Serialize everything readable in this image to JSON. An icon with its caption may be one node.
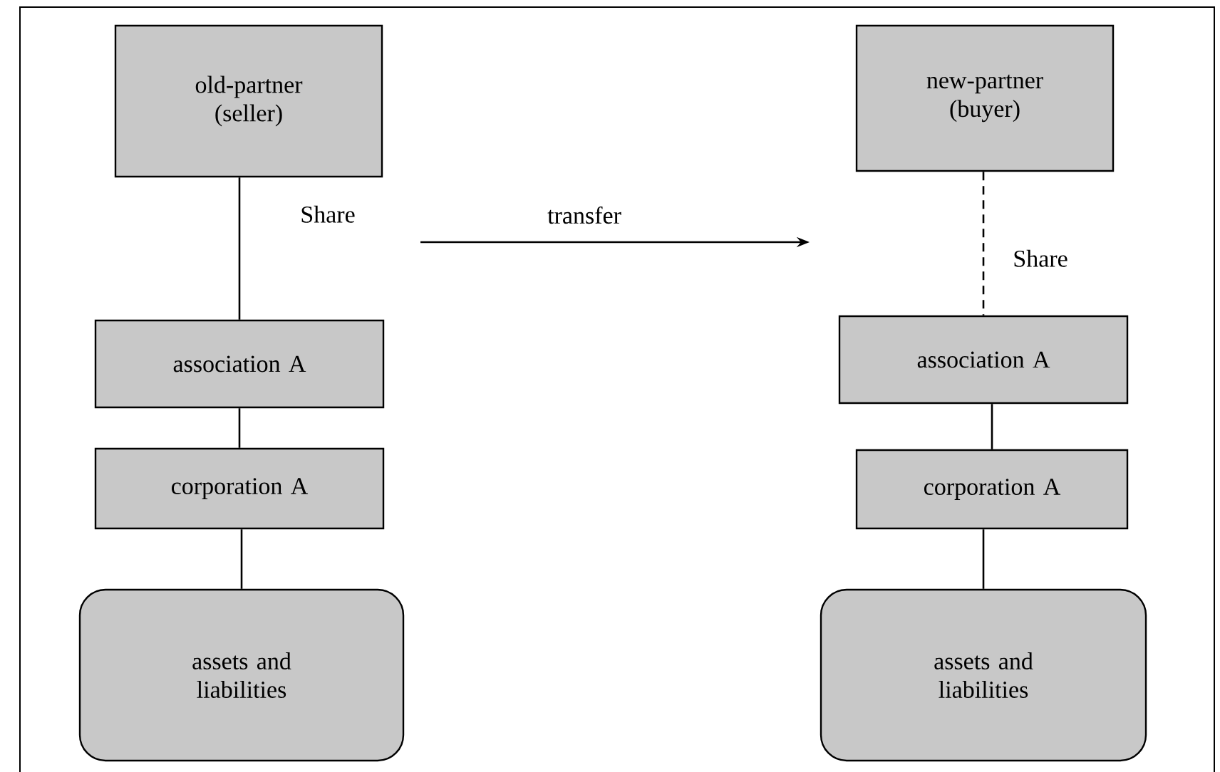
{
  "diagram": {
    "nodes": [
      {
        "text": [
          "old-partner (seller)"
        ]
      },
      {
        "text": [
          "association A"
        ]
      },
      {
        "text": [
          "corporation A"
        ]
      },
      {
        "text": [
          "assets and liabilities"
        ]
      },
      {
        "text": [
          "new-partner (buyer)"
        ]
      },
      {
        "text": [
          "association A"
        ]
      },
      {
        "text": [
          "corporation A"
        ]
      },
      {
        "text": [
          "assets and liabilities"
        ]
      }
    ],
    "edges": [
      {
        "from": 0,
        "to": 1,
        "arrow": "none",
        "label": "Share"
      },
      {
        "from": 1,
        "to": 2,
        "arrow": "none"
      },
      {
        "from": 2,
        "to": 3,
        "arrow": "none"
      },
      {
        "from": 4,
        "to": 5,
        "arrow": "none",
        "label": "Share",
        "style": "dashed"
      },
      {
        "from": 5,
        "to": 6,
        "arrow": "none"
      },
      {
        "from": 6,
        "to": 7,
        "arrow": "none"
      }
    ],
    "labels": [
      "transfer"
    ]
  }
}
